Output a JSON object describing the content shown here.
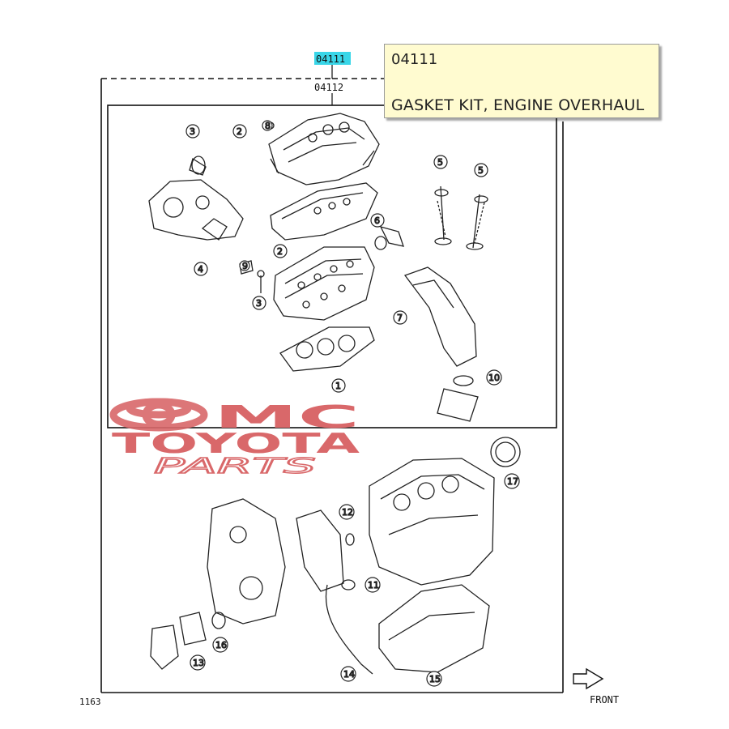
{
  "diagram": {
    "top_label_highlighted": "04111",
    "sub_label": "04112",
    "corner_code": "1163",
    "front_label": "FRONT",
    "callouts": [
      "1",
      "2",
      "2",
      "3",
      "3",
      "4",
      "5",
      "5",
      "6",
      "7",
      "8",
      "9",
      "10",
      "11",
      "12",
      "13",
      "14",
      "15",
      "16",
      "17"
    ]
  },
  "tooltip": {
    "code": "04111",
    "description": "GASKET KIT, ENGINE OVERHAUL"
  },
  "watermark": {
    "line1": "MC",
    "line2": "TOYOTA",
    "line3": "PARTS",
    "color": "#d9686a"
  },
  "colors": {
    "highlight": "#39d6e8",
    "tooltip_bg": "#fffbd0"
  }
}
